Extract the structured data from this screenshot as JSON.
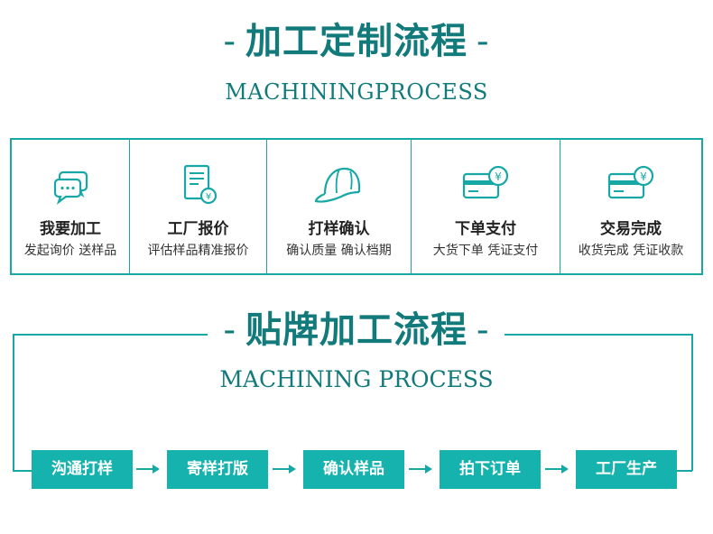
{
  "section1": {
    "title": "加工定制流程",
    "dash_left": "-",
    "dash_right": "-",
    "subtitle": "MACHININGPROCESS",
    "steps": [
      {
        "icon": "chat-bubbles-icon",
        "title": "我要加工",
        "desc": "发起询价 送样品"
      },
      {
        "icon": "document-quote-icon",
        "title": "工厂报价",
        "desc": "评估样品精准报价"
      },
      {
        "icon": "cap-icon",
        "title": "打样确认",
        "desc": "确认质量 确认档期"
      },
      {
        "icon": "card-payment-icon",
        "title": "下单支付",
        "desc": "大货下单 凭证支付"
      },
      {
        "icon": "card-payment-icon",
        "title": "交易完成",
        "desc": "收货完成 凭证收款"
      }
    ]
  },
  "section2": {
    "title": "贴牌加工流程",
    "dash_left": "-",
    "dash_right": "-",
    "subtitle": "MACHINING PROCESS",
    "flow": [
      "沟通打样",
      "寄样打版",
      "确认样品",
      "拍下订单",
      "工厂生产"
    ]
  },
  "colors": {
    "accent": "#127a7a",
    "border": "#17a8a5",
    "button": "#16b2ad"
  }
}
